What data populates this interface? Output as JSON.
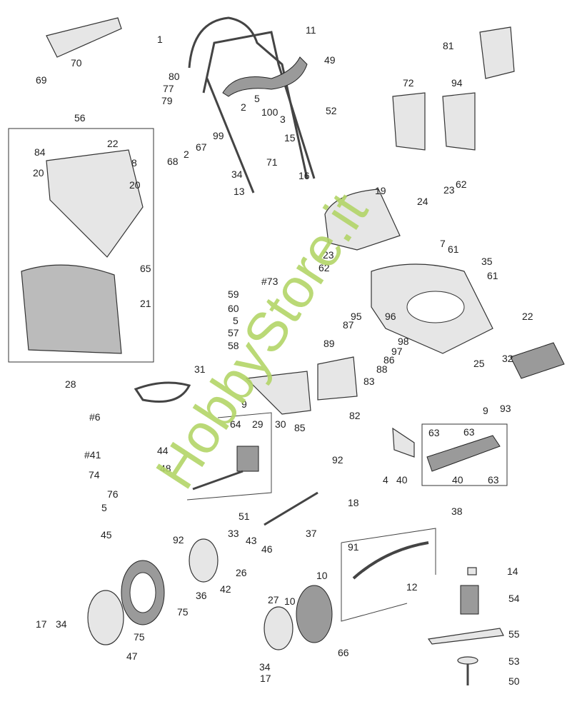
{
  "diagram": {
    "title": "Lawn mower exploded parts diagram",
    "labels": [
      "1",
      "11",
      "49",
      "80",
      "77",
      "79",
      "5",
      "2",
      "100",
      "52",
      "3",
      "99",
      "67",
      "68",
      "2",
      "15",
      "71",
      "34",
      "16",
      "13",
      "70",
      "69",
      "81",
      "72",
      "94",
      "56",
      "22",
      "84",
      "8",
      "20",
      "20",
      "65",
      "21",
      "19",
      "24",
      "23",
      "62",
      "7",
      "61",
      "35",
      "23",
      "62",
      "61",
      "#73",
      "59",
      "60",
      "5",
      "57",
      "58",
      "95",
      "96",
      "87",
      "89",
      "98",
      "97",
      "86",
      "88",
      "83",
      "82",
      "85",
      "22",
      "32",
      "25",
      "93",
      "31",
      "28",
      "9",
      "64",
      "29",
      "30",
      "44",
      "48",
      "#6",
      "#41",
      "74",
      "76",
      "5",
      "92",
      "18",
      "9",
      "63",
      "63",
      "4",
      "40",
      "40",
      "63",
      "38",
      "51",
      "33",
      "43",
      "46",
      "37",
      "26",
      "92",
      "42",
      "36",
      "45",
      "75",
      "75",
      "47",
      "17",
      "34",
      "91",
      "12",
      "10",
      "10",
      "27",
      "66",
      "34",
      "17",
      "14",
      "54",
      "55",
      "53",
      "50"
    ]
  },
  "watermark": "HobbyStore.it"
}
